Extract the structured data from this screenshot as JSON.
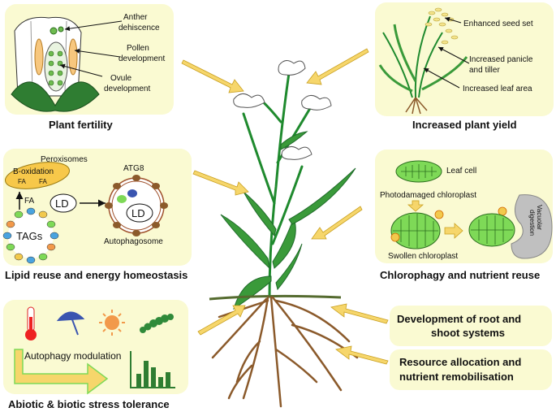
{
  "panels": {
    "fertility": {
      "title": "Plant fertility",
      "labels": [
        "Anther",
        "dehiscence",
        "Pollen",
        "development",
        "Ovule",
        "development"
      ]
    },
    "yield": {
      "title": "Increased plant yield",
      "labels": [
        "Enhanced seed set",
        "Increased panicle",
        "and tiller",
        "Increased leaf area"
      ]
    },
    "lipid": {
      "title": "Lipid reuse and energy homeostasis",
      "peroxisomes": "Peroxisomes",
      "b_oxidation": "B-oxidation",
      "fa_small_1": "FA",
      "fa_small_2": "FA",
      "fa": "FA",
      "ld_1": "LD",
      "ld_2": "LD",
      "tags": "TAGs",
      "atg8": "ATG8",
      "autophagosome": "Autophagosome"
    },
    "chlorophagy": {
      "title": "Chlorophagy and nutrient reuse",
      "leaf_cell": "Leaf cell",
      "photodamaged": "Photodamaged chloroplast",
      "swollen": "Swollen chloroplast",
      "vacuolar_1": "Vacuolar",
      "vacuolar_2": "digestion"
    },
    "stress": {
      "title": "Abiotic & biotic stress tolerance",
      "modulation": "Autophagy modulation"
    },
    "root": {
      "line1": "Development of root and",
      "line2": "shoot systems"
    },
    "resource": {
      "line1": "Resource allocation and",
      "line2": "nutrient remobilisation"
    }
  },
  "colors": {
    "panel_fill": "#fafad2",
    "arrow_fill": "#f6d66b",
    "arrow_stroke": "#c9a020",
    "stem": "#1f8a2e",
    "leaf": "#3a9a3a",
    "root": "#8b5a2b",
    "chloroplast": "#7ed957"
  },
  "icons": [
    "thermometer-icon",
    "umbrella-icon",
    "sun-icon",
    "caterpillar-icon",
    "bar-chart-icon"
  ]
}
